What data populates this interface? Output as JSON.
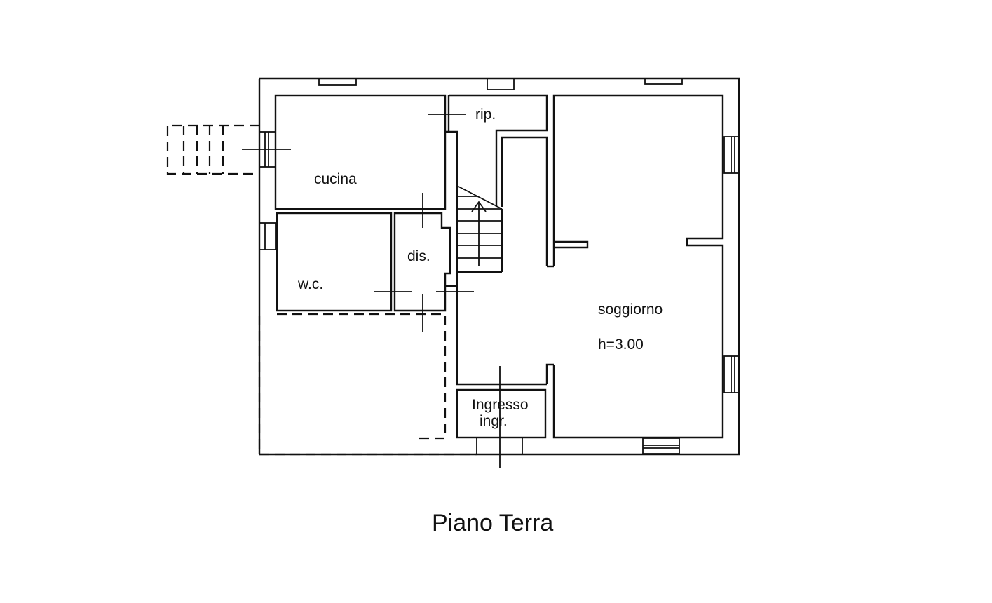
{
  "plan": {
    "title": "Piano Terra",
    "colors": {
      "ink": "#111111",
      "paper": "#ffffff"
    },
    "rooms": [
      {
        "id": "cucina",
        "label": "cucina"
      },
      {
        "id": "rip",
        "label": "rip."
      },
      {
        "id": "wc",
        "label": "w.c."
      },
      {
        "id": "dis",
        "label": "dis."
      },
      {
        "id": "soggiorno",
        "label": "soggiorno",
        "note": "h=3.00"
      },
      {
        "id": "ingresso",
        "label": "Ingresso",
        "sublabel": "ingr."
      }
    ],
    "stair": {
      "direction": "up",
      "icon": "arrow-up-icon"
    }
  }
}
